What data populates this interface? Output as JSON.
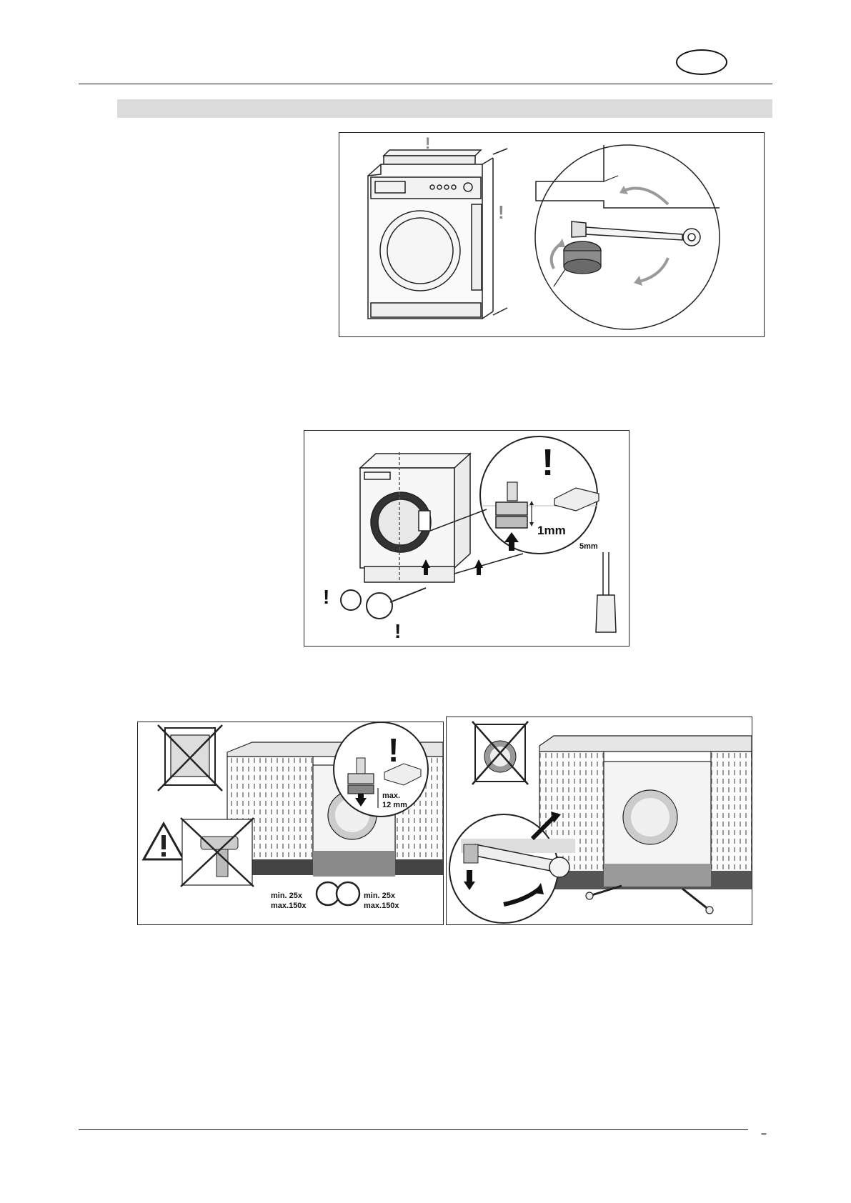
{
  "page": {
    "language_oval_text": "",
    "page_number": "–"
  },
  "figure1": {
    "warning_marks": [
      "!",
      "!"
    ]
  },
  "figure2": {
    "warning_marks": [
      "!",
      "!",
      "!"
    ],
    "nut_gap_label": "1mm",
    "screwdriver_label": "5mm"
  },
  "figure3": {
    "warning_mark": "!",
    "adjust_label_line1": "max.",
    "adjust_label_line2": "12 mm",
    "turns_left_line1": "min. 25x",
    "turns_left_line2": "max.150x",
    "turns_right_line1": "min. 25x",
    "turns_right_line2": "max.150x",
    "icons": [
      "crossed-window-icon",
      "warning-triangle-icon",
      "crossed-power-drill-icon"
    ]
  },
  "figure4": {
    "icons": [
      "crossed-washing-machine-icon",
      "spanner-icon"
    ]
  },
  "colors": {
    "rule": "#1a1a1a",
    "section_bar": "#dcdcdc",
    "line_art": "#222222",
    "shade": "#8c8c8c",
    "arrow_grey": "#9a9a9a"
  }
}
